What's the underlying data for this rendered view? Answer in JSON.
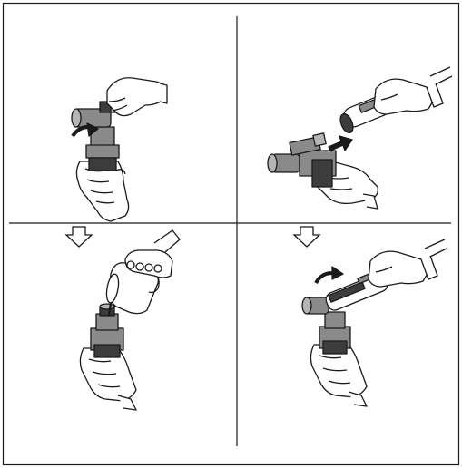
{
  "figure": {
    "panels": [
      {
        "id": "step-1",
        "action": "rotate-icon",
        "object": "valve-body-icon"
      },
      {
        "id": "step-2",
        "action": "insert-arrow-icon",
        "object": "sleeve-tube-icon"
      },
      {
        "id": "step-3",
        "action": "pour-icon",
        "object": "measuring-cup-icon"
      },
      {
        "id": "step-4",
        "action": "rotate-icon",
        "object": "tube-assembly-icon"
      }
    ],
    "flow_arrows": [
      "down-arrow-icon",
      "down-arrow-icon"
    ],
    "colors": {
      "line": "#1a1a1a",
      "fill_light": "#ffffff",
      "fill_gray": "#8a8a8a",
      "fill_dark": "#3c3c3c",
      "fill_mid": "#b5b5b5"
    }
  }
}
